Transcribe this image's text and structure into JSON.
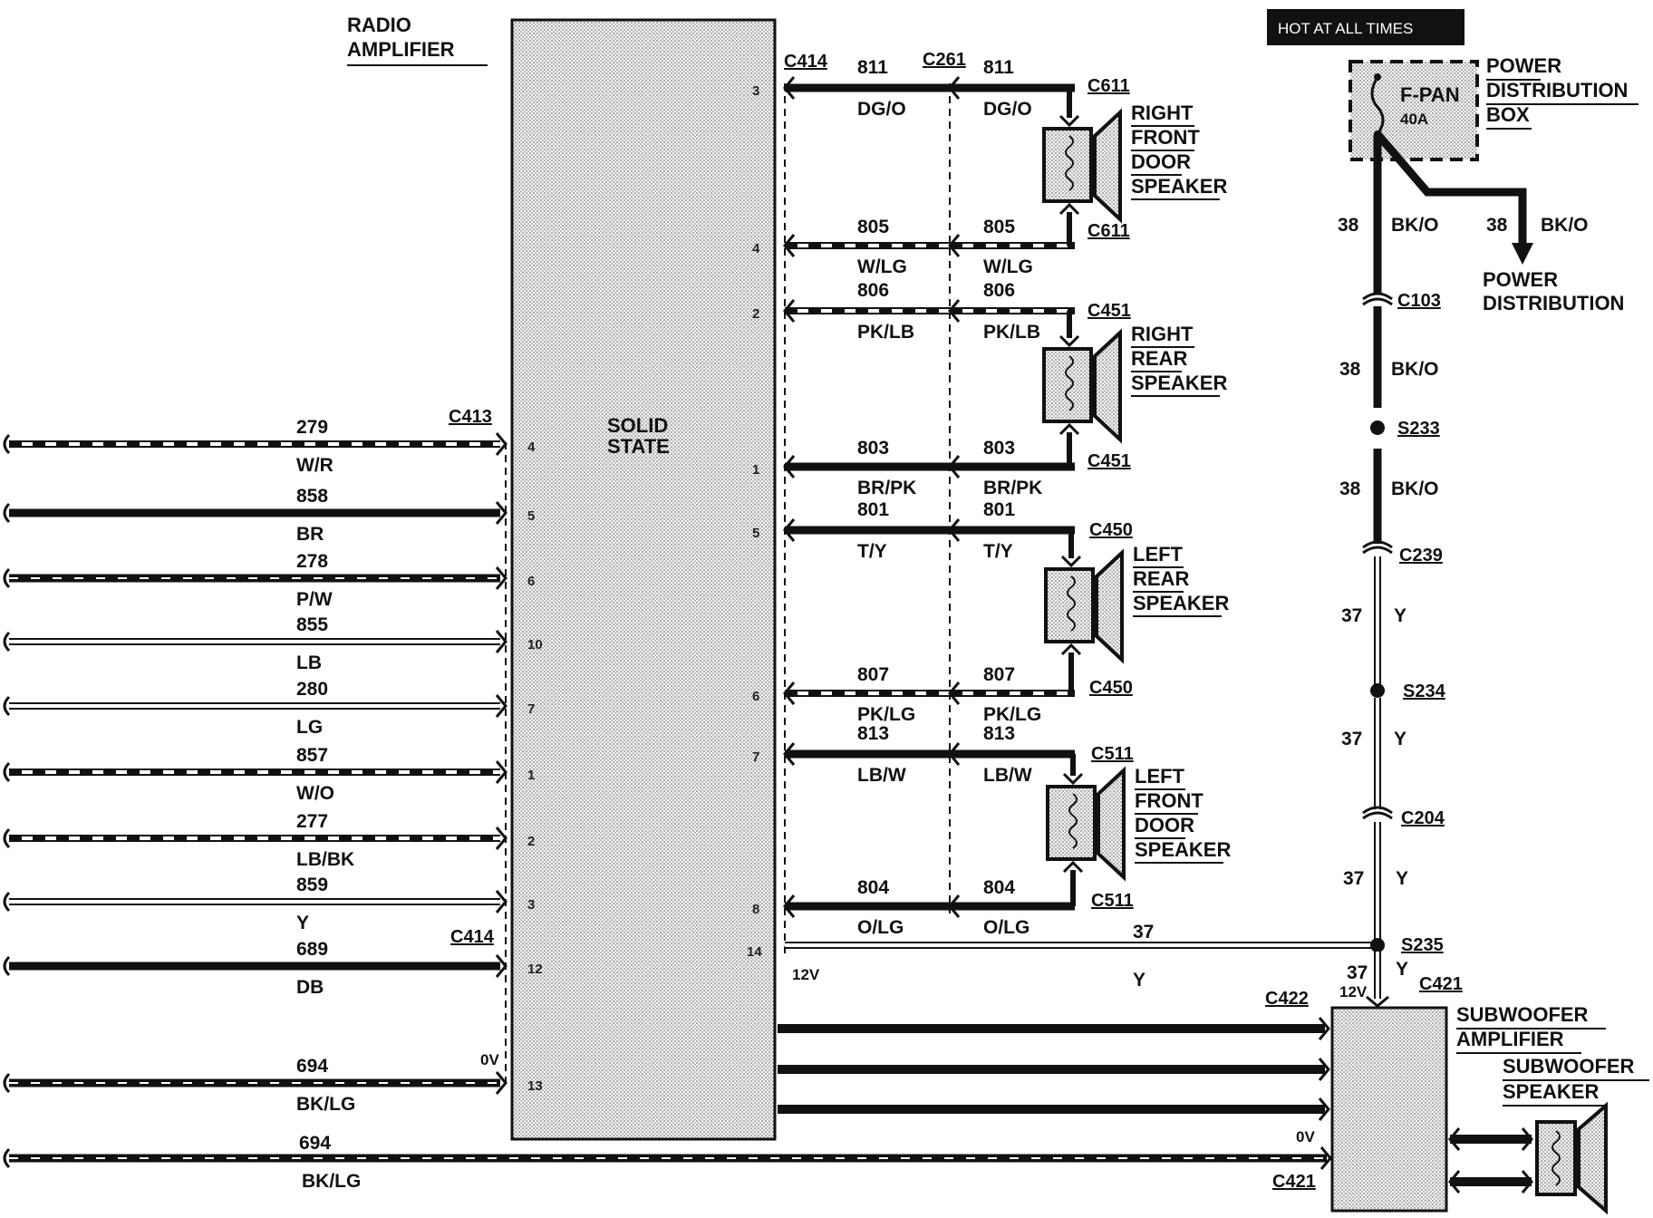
{
  "radio_amplifier": {
    "title_line1": "RADIO",
    "title_line2": "AMPLIFIER",
    "inner_line1": "SOLID",
    "inner_line2": "STATE"
  },
  "input_connectors": {
    "top": "C413",
    "lower": "C414"
  },
  "input_wires": [
    {
      "circuit": "279",
      "color": "W/R",
      "pin": "4",
      "style": "stripe-white"
    },
    {
      "circuit": "858",
      "color": "BR",
      "pin": "5",
      "style": "solid-black"
    },
    {
      "circuit": "278",
      "color": "P/W",
      "pin": "6",
      "style": "stripe-black"
    },
    {
      "circuit": "855",
      "color": "LB",
      "pin": "10",
      "style": "hollow"
    },
    {
      "circuit": "280",
      "color": "LG",
      "pin": "7",
      "style": "hollow"
    },
    {
      "circuit": "857",
      "color": "W/O",
      "pin": "1",
      "style": "stripe-white"
    },
    {
      "circuit": "277",
      "color": "LB/BK",
      "pin": "2",
      "style": "stripe-white"
    },
    {
      "circuit": "859",
      "color": "Y",
      "pin": "3",
      "style": "hollow"
    },
    {
      "circuit": "689",
      "color": "DB",
      "pin": "12",
      "style": "solid-black"
    },
    {
      "circuit": "694",
      "color": "BK/LG",
      "pin": "13",
      "style": "stripe-black",
      "voltage": "0V"
    }
  ],
  "output_connectors": {
    "amp_side": "C414",
    "mid": "C261"
  },
  "output_wires": [
    {
      "circuit": "811",
      "color": "DG/O",
      "pin": "3",
      "style": "solid-black"
    },
    {
      "circuit": "805",
      "color": "W/LG",
      "pin": "4",
      "style": "stripe-white"
    },
    {
      "circuit": "806",
      "color": "PK/LB",
      "pin": "2",
      "style": "stripe-white"
    },
    {
      "circuit": "803",
      "color": "BR/PK",
      "pin": "1",
      "style": "solid-black"
    },
    {
      "circuit": "801",
      "color": "T/Y",
      "pin": "5",
      "style": "solid-black"
    },
    {
      "circuit": "807",
      "color": "PK/LG",
      "pin": "6",
      "style": "stripe-white"
    },
    {
      "circuit": "813",
      "color": "LB/W",
      "pin": "7",
      "style": "solid-black"
    },
    {
      "circuit": "804",
      "color": "O/LG",
      "pin": "8",
      "style": "solid-black"
    }
  ],
  "speakers": [
    {
      "lines": [
        "RIGHT",
        "FRONT",
        "DOOR",
        "SPEAKER"
      ],
      "connector": "C611"
    },
    {
      "lines": [
        "RIGHT",
        "REAR",
        "SPEAKER"
      ],
      "connector": "C451"
    },
    {
      "lines": [
        "LEFT",
        "REAR",
        "SPEAKER"
      ],
      "connector": "C450"
    },
    {
      "lines": [
        "LEFT",
        "FRONT",
        "DOOR",
        "SPEAKER"
      ],
      "connector": "C511"
    }
  ],
  "feed_wire": {
    "pin": "14",
    "voltage": "12V",
    "circuit": "37",
    "color": "Y"
  },
  "power": {
    "badge": "HOT AT ALL TIMES",
    "box_lines": [
      "POWER",
      "DISTRIBUTION",
      "BOX"
    ],
    "fuse_name": "F-PAN",
    "fuse_rating": "40A",
    "branch_circuit": "38",
    "branch_color": "BK/O",
    "dest_line1": "POWER",
    "dest_line2": "DISTRIBUTION"
  },
  "vertical_feed": [
    {
      "circuit": "38",
      "color": "BK/O",
      "after": "C103"
    },
    {
      "circuit": "38",
      "color": "BK/O",
      "after": "S233"
    },
    {
      "circuit": "38",
      "color": "BK/O",
      "after": "C239"
    },
    {
      "circuit": "37",
      "color": "Y",
      "after": "S234"
    },
    {
      "circuit": "37",
      "color": "Y",
      "after": "C204"
    },
    {
      "circuit": "37",
      "color": "Y",
      "after": "S235"
    }
  ],
  "subwoofer": {
    "amp_line1": "SUBWOOFER",
    "amp_line2": "AMPLIFIER",
    "spk_line1": "SUBWOOFER",
    "spk_line2": "SPEAKER",
    "top_connector": "C421",
    "input_connector": "C422",
    "ground_connector": "C421",
    "feed_circuit": "37",
    "feed_color": "Y",
    "feed_voltage": "12V",
    "ground_voltage": "0V"
  },
  "ground_wire": {
    "circuit": "694",
    "color": "BK/LG"
  }
}
